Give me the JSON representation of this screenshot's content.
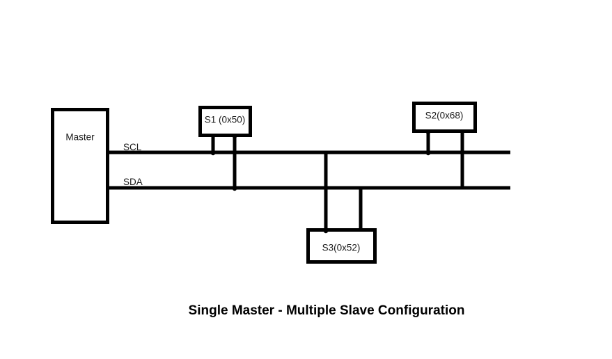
{
  "diagram": {
    "title": "Single Master - Multiple Slave Configuration",
    "background_color": "#ffffff",
    "line_color": "#000000",
    "text_color": "#1a1a1a",
    "master": {
      "label": "Master"
    },
    "buses": [
      {
        "name": "SCL",
        "label": "SCL"
      },
      {
        "name": "SDA",
        "label": "SDA"
      }
    ],
    "slaves": [
      {
        "id": "s1",
        "label": "S1 (0x50)",
        "address": "0x50"
      },
      {
        "id": "s2",
        "label": "S2(0x68)",
        "address": "0x68"
      },
      {
        "id": "s3",
        "label": "S3(0x52)",
        "address": "0x52"
      }
    ]
  }
}
